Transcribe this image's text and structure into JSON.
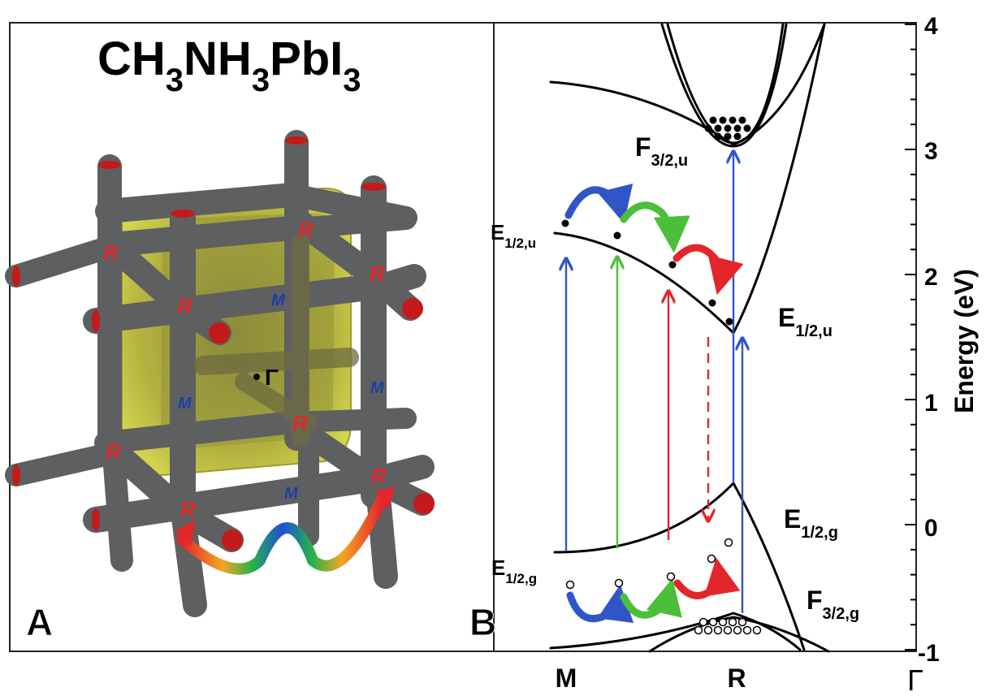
{
  "panel_a": {
    "label": "A",
    "formula": {
      "base1": "CH",
      "sub1": "3",
      "base2": "NH",
      "sub2": "3",
      "base3": "PbI",
      "sub3": "3"
    },
    "gamma_label": "Γ",
    "r_labels": [
      "R",
      "R",
      "R",
      "R",
      "R",
      "R",
      "R",
      "R"
    ],
    "m_labels": [
      "M",
      "M",
      "M",
      "M"
    ]
  },
  "panel_b": {
    "label": "B",
    "y_axis": {
      "title": "Energy (eV)",
      "range": [
        -1,
        4
      ],
      "ticks": [
        "4",
        "3",
        "2",
        "1",
        "0",
        "-1"
      ]
    },
    "x_axis": {
      "ticks": [
        "M",
        "R",
        "Γ"
      ]
    },
    "band_labels": {
      "F32u": {
        "main": "F",
        "sub": "3/2,u"
      },
      "E12u_left": {
        "main": "E",
        "sub": "1/2,u"
      },
      "E12u_right": {
        "main": "E",
        "sub": "1/2,u"
      },
      "E12g_right": {
        "main": "E",
        "sub": "1/2,g"
      },
      "E12g_left": {
        "main": "E",
        "sub": "1/2,g"
      },
      "F32g": {
        "main": "F",
        "sub": "3/2,g"
      }
    },
    "colors": {
      "blue": "#2f55c8",
      "green": "#4cbf3a",
      "red": "#e2262b",
      "gray": "#5e5f60",
      "yellow": "#cfd14a",
      "marker_red": "#d21c1c",
      "marker_blue": "#1b3fa6"
    }
  }
}
